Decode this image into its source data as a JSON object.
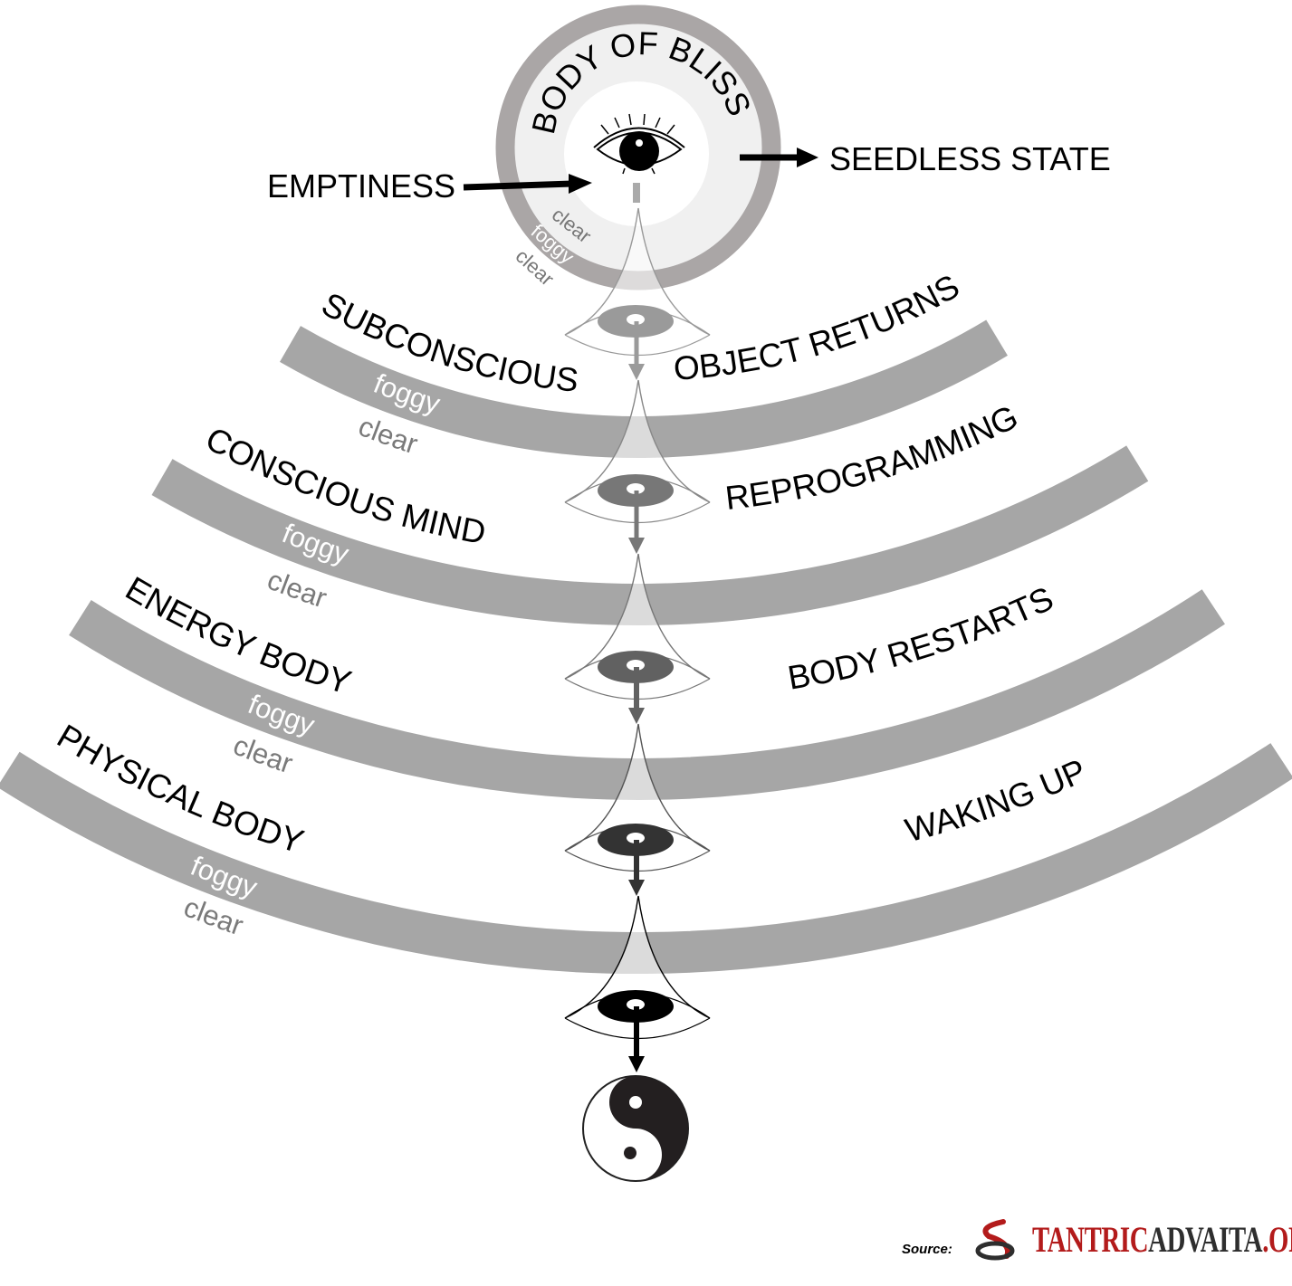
{
  "bliss": {
    "label": "BODY OF BLISS",
    "ring_labels": [
      "clear",
      "foggy",
      "clear"
    ]
  },
  "annotations": {
    "emptiness": "EMPTINESS",
    "seedless": "SEEDLESS STATE"
  },
  "layers": [
    {
      "name": "SUBCONSCIOUS",
      "outcome": "OBJECT RETURNS",
      "foggy": "foggy",
      "clear": "clear"
    },
    {
      "name": "CONSCIOUS MIND",
      "outcome": "REPROGRAMMING",
      "foggy": "foggy",
      "clear": "clear"
    },
    {
      "name": "ENERGY BODY",
      "outcome": "BODY RESTARTS",
      "foggy": "foggy",
      "clear": "clear"
    },
    {
      "name": "PHYSICAL BODY",
      "outcome": "WAKING UP",
      "foggy": "foggy",
      "clear": "clear"
    }
  ],
  "source": {
    "label": "Source:",
    "brand_part1": "TANTRIC",
    "brand_part2": "ADVAITA",
    "brand_part3": ".ORG"
  },
  "colors": {
    "band": "#a6a6a6",
    "ring": "#aaa6a6",
    "ring_inner": "#f0f0f0",
    "eyes": [
      "#9a9a9a",
      "#777777",
      "#616161",
      "#333333",
      "#000000"
    ],
    "brand_red": "#b31b1b",
    "brand_dark": "#2e2e2e"
  }
}
